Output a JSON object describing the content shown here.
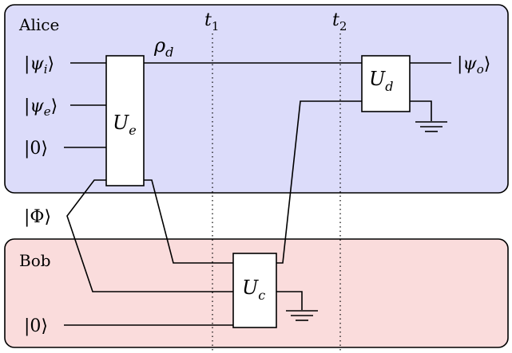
{
  "regions": {
    "alice": {
      "label": "Alice",
      "fill": "#dcdcfa"
    },
    "bob": {
      "label": "Bob",
      "fill": "#fadcdc"
    }
  },
  "time_markers": {
    "t1": {
      "base": "t",
      "sub": "1"
    },
    "t2": {
      "base": "t",
      "sub": "2"
    }
  },
  "states": {
    "psi_i": {
      "open": "|",
      "base": "ψ",
      "sub": "i",
      "close": "⟩"
    },
    "psi_e": {
      "open": "|",
      "base": "ψ",
      "sub": "e",
      "close": "⟩"
    },
    "zero_alice": "|0⟩",
    "phi": "|Φ⟩",
    "zero_bob": "|0⟩",
    "psi_o": {
      "open": "|",
      "base": "ψ",
      "sub": "o",
      "close": "⟩"
    },
    "rho_d": {
      "base": "ρ",
      "sub": "d"
    }
  },
  "gates": {
    "U_e": {
      "base": "U",
      "sub": "e"
    },
    "U_d": {
      "base": "U",
      "sub": "d"
    },
    "U_c": {
      "base": "U",
      "sub": "c"
    }
  },
  "icons": [
    "ground-icon",
    "ground-icon"
  ]
}
